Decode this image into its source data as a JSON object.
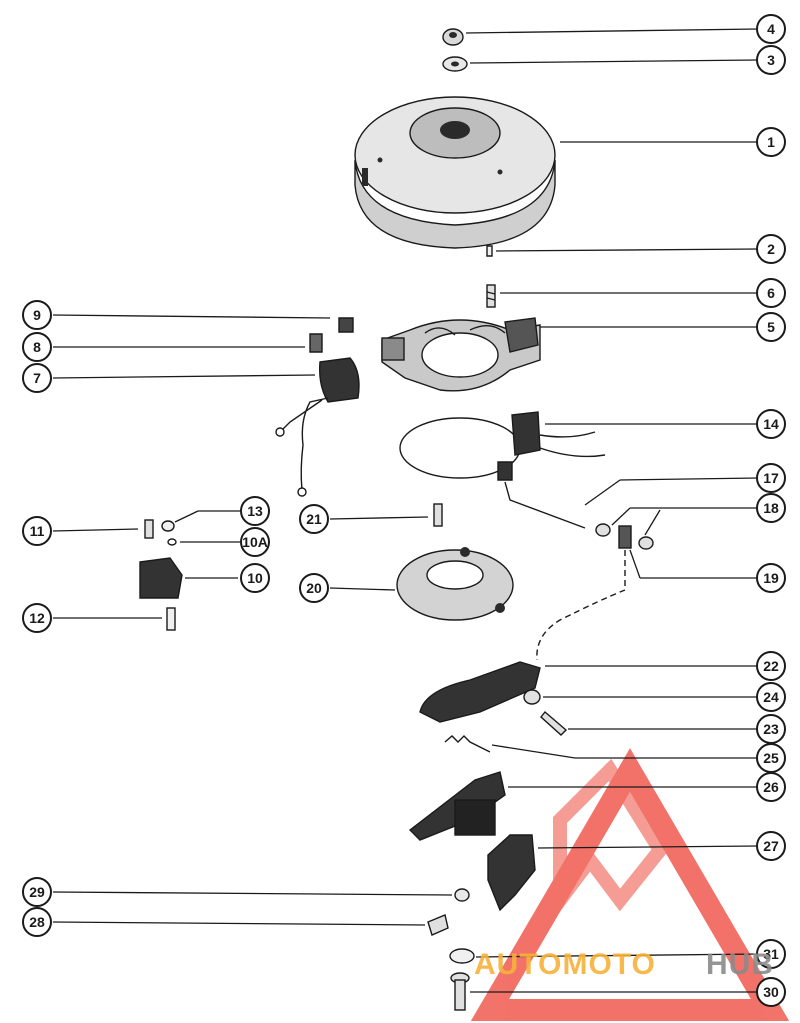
{
  "callouts": [
    {
      "label": "4"
    },
    {
      "label": "3"
    },
    {
      "label": "1"
    },
    {
      "label": "2"
    },
    {
      "label": "6"
    },
    {
      "label": "5"
    },
    {
      "label": "9"
    },
    {
      "label": "8"
    },
    {
      "label": "7"
    },
    {
      "label": "14"
    },
    {
      "label": "17"
    },
    {
      "label": "18"
    },
    {
      "label": "11"
    },
    {
      "label": "13"
    },
    {
      "label": "10A"
    },
    {
      "label": "10"
    },
    {
      "label": "21"
    },
    {
      "label": "19"
    },
    {
      "label": "20"
    },
    {
      "label": "12"
    },
    {
      "label": "22"
    },
    {
      "label": "24"
    },
    {
      "label": "23"
    },
    {
      "label": "25"
    },
    {
      "label": "26"
    },
    {
      "label": "27"
    },
    {
      "label": "29"
    },
    {
      "label": "28"
    },
    {
      "label": "31"
    },
    {
      "label": "30"
    }
  ],
  "watermark": {
    "text_part1": "AUTOMOTO",
    "text_part2": "HUB",
    "color_primary": "#f05a4f",
    "color_secondary": "#f7b23a",
    "color_tertiary": "#8a8a8a"
  }
}
